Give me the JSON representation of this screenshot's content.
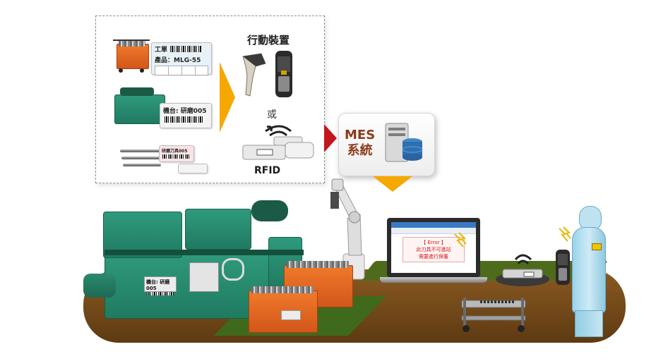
{
  "panel": {
    "mobile_title": "行動裝置",
    "or_text": "或",
    "rfid_title": "RFID",
    "work_order_title": "工單",
    "product_label": "產品：MLG-55",
    "machine_label": "機台: 研磨005",
    "tool_label": "研磨刀具005"
  },
  "mes": {
    "line1": "MES",
    "line2": "系統"
  },
  "laptop": {
    "error_title": "【 Error 】",
    "error_line1": "此刀具不可進站",
    "error_line2": "需要進行保養"
  },
  "machine": {
    "plate_label": "機台: 研磨005"
  },
  "colors": {
    "arrow_orange": "#f6a800",
    "arrow_red": "#c4161c",
    "mes_text": "#8b3b1a",
    "machine_green": "#2a8f72",
    "bin_orange": "#e8692a",
    "floor_brown": "#6e4618"
  },
  "icons": [
    "barcode-scanner-icon",
    "handheld-terminal-icon",
    "rfid-reader-icon",
    "server-database-icon",
    "wireless-signal-icon",
    "lightning-icon"
  ]
}
